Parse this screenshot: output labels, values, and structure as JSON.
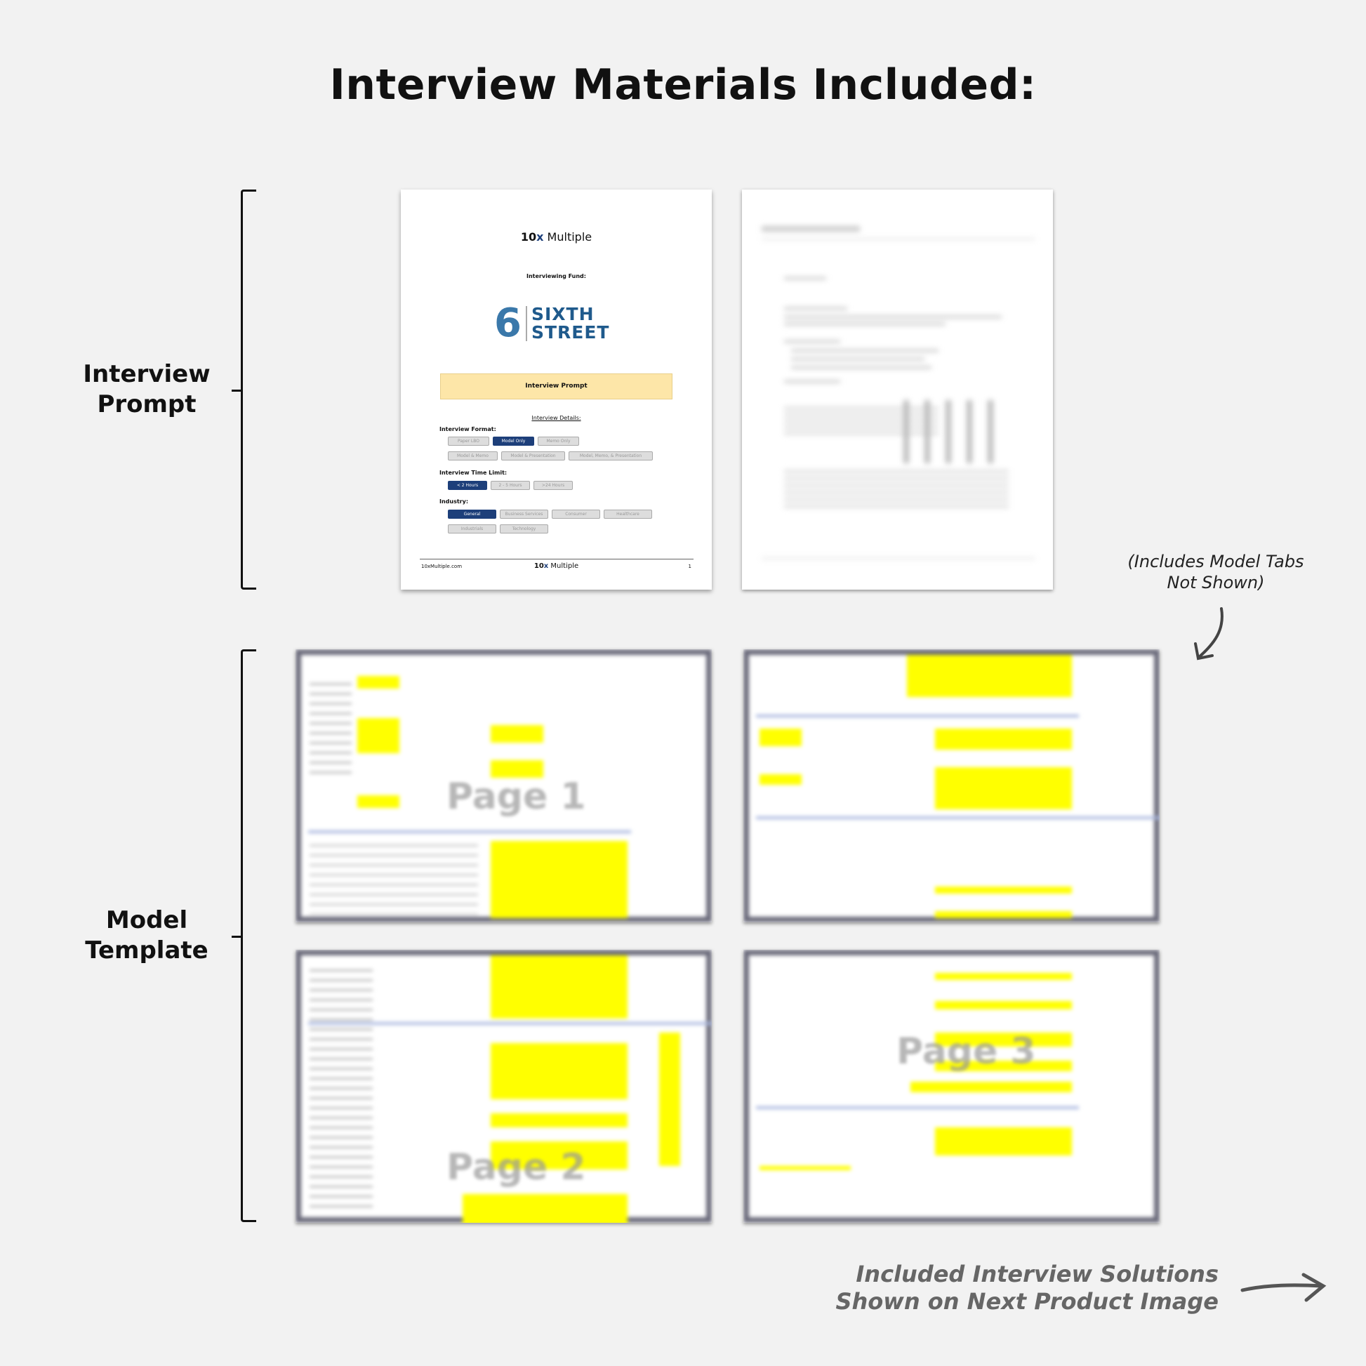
{
  "title": "Interview Materials Included:",
  "sections": {
    "prompt_label": "Interview Prompt",
    "model_label": "Model Template"
  },
  "prompt_page": {
    "brand_bold": "10",
    "brand_x": "x",
    "brand_rest": " Multiple",
    "fund_label": "Interviewing Fund:",
    "fund_logo": {
      "digit": "6",
      "line1": "SIXTH",
      "line2": "STREET"
    },
    "banner": "Interview Prompt",
    "details_heading": "Interview Details:",
    "format_label": "Interview Format:",
    "formats": [
      "Paper LBO",
      "Model Only",
      "Memo Only",
      "Model & Memo",
      "Model & Presentation",
      "Model, Memo, & Presentation"
    ],
    "time_label": "Interview Time Limit:",
    "times": [
      "< 2 Hours",
      "2 - 5 Hours",
      ">24 Hours"
    ],
    "industry_label": "Industry:",
    "industries": [
      "General",
      "Business Services",
      "Consumer",
      "Healthcare",
      "Industrials",
      "Technology"
    ],
    "footer_site": "10xMultiple.com",
    "footer_page": "1"
  },
  "sheets": {
    "page1": "Page 1",
    "page2": "Page 2",
    "page3": "Page 3"
  },
  "note": "(Includes Model Tabs Not Shown)",
  "footer_note": {
    "line1": "Included Interview Solutions",
    "line2": "Shown on Next Product Image"
  },
  "colors": {
    "accent": "#1d3f7a",
    "banner": "#fde6a8",
    "highlight": "#ffff00"
  }
}
